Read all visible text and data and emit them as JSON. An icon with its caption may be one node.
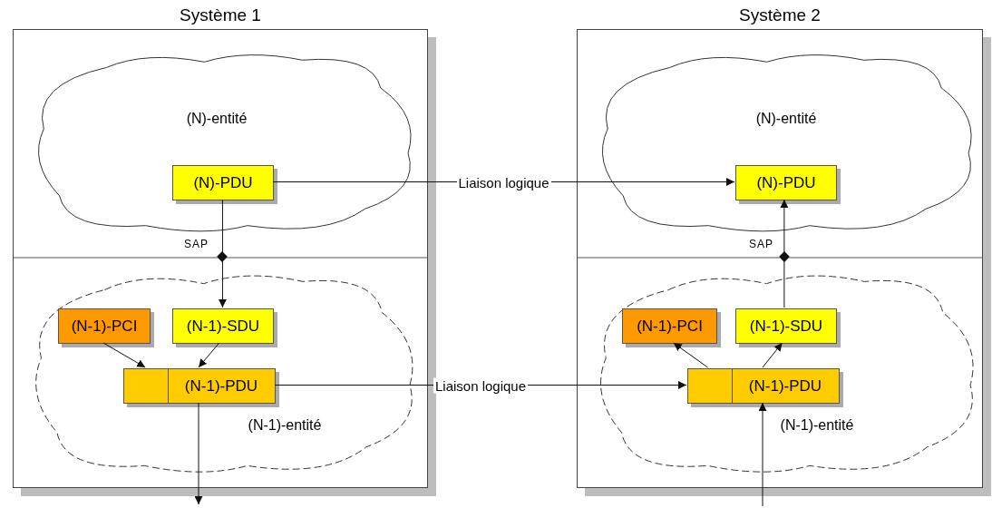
{
  "diagram": {
    "nodes": [
      {
        "text": [
          "Système 1"
        ]
      },
      {
        "text": [
          "(N)-entité"
        ],
        "in": 0
      },
      {
        "text": [
          "(N)-PDU"
        ],
        "in": 1
      },
      {
        "text": [
          "(N-1)-entité"
        ],
        "in": 0
      },
      {
        "text": [
          "(N-1)-PCI"
        ],
        "in": 3
      },
      {
        "text": [
          "(N-1)-SDU"
        ],
        "in": 3
      },
      {
        "text": [
          "(N-1)-PDU"
        ],
        "in": 3
      },
      {
        "text": [
          "Système 2"
        ]
      },
      {
        "text": [
          "(N)-entité"
        ],
        "in": 7
      },
      {
        "text": [
          "(N)-PDU"
        ],
        "in": 8
      },
      {
        "text": [
          "(N-1)-entité"
        ],
        "in": 7
      },
      {
        "text": [
          "(N-1)-PCI"
        ],
        "in": 10
      },
      {
        "text": [
          "(N-1)-SDU"
        ],
        "in": 10
      },
      {
        "text": [
          "(N-1)-PDU"
        ],
        "in": 10
      }
    ],
    "edges": [
      {
        "from": 2,
        "to": 9,
        "arrow": "to",
        "label": "Liaison logique"
      },
      {
        "from": 2,
        "to": 5,
        "arrow": "to"
      },
      {
        "from": 4,
        "to": 6,
        "arrow": "to"
      },
      {
        "from": 5,
        "to": 6,
        "arrow": "to"
      },
      {
        "from": 6,
        "to": 13,
        "arrow": "to",
        "label": "Liaison logique"
      },
      {
        "from": 6,
        "to": null,
        "arrow": "to"
      },
      {
        "from": 12,
        "to": 9,
        "arrow": "to"
      },
      {
        "from": 13,
        "to": 11,
        "arrow": "to"
      },
      {
        "from": 13,
        "to": 12,
        "arrow": "to"
      },
      {
        "from": null,
        "to": 13,
        "arrow": "to"
      }
    ],
    "labels": [
      "SAP",
      "SAP"
    ]
  }
}
